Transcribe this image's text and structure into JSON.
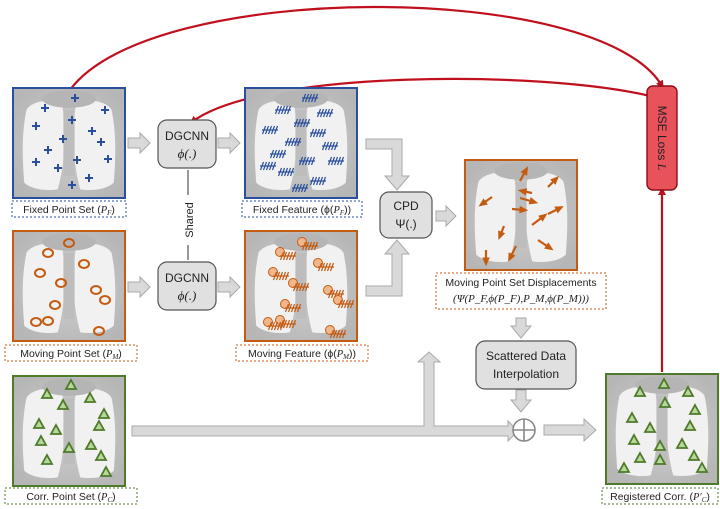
{
  "colors": {
    "blue": "#2a4f9c",
    "orange": "#c55a11",
    "green": "#4e7a2a",
    "red": "#c0101e",
    "loss_fill": "#e8525a",
    "arrow_fill": "#d9d9d9",
    "module_fill": "#e0e0e0"
  },
  "modules": {
    "dgcnn_top": {
      "line1": "DGCNN",
      "line2": "ϕ(.)"
    },
    "dgcnn_bottom": {
      "line1": "DGCNN",
      "line2": "ϕ(.)"
    },
    "shared": "Shared",
    "cpd": {
      "line1": "CPD",
      "line2": "Ψ(.)"
    },
    "interp": {
      "line1": "Scattered Data",
      "line2": "Interpolation"
    },
    "loss": "MSE Loss ",
    "loss_symbol": "L",
    "plus_symbol": "⊕"
  },
  "captions": {
    "fixed_point_set": {
      "text": "Fixed Point Set (",
      "var": "P",
      "sub": "F",
      "close": ")"
    },
    "fixed_feature": {
      "text": "Fixed Feature (ϕ(",
      "var": "P",
      "sub": "F",
      "close": "))"
    },
    "moving_point_set": {
      "text": "Moving Point Set (",
      "var": "P",
      "sub": "M",
      "close": ")"
    },
    "moving_feature": {
      "text": "Moving Feature (ϕ(",
      "var": "P",
      "sub": "M",
      "close": "))"
    },
    "corr_point_set": {
      "text": "Corr. Point Set (",
      "var": "P",
      "sub": "C",
      "close": ")"
    },
    "registered_corr": {
      "text": "Registered Corr. (",
      "var": "P′",
      "sub": "C",
      "close": ")"
    },
    "displacements": {
      "line1": "Moving Point Set Displacements",
      "line2": "(Ψ(P_F,ϕ(P_F),P_M,ϕ(P_M)))"
    }
  },
  "icons": [
    "plus-marker-icon",
    "circle-marker-icon",
    "triangle-marker-icon",
    "hash-marker-icon",
    "arrow-marker-icon"
  ]
}
